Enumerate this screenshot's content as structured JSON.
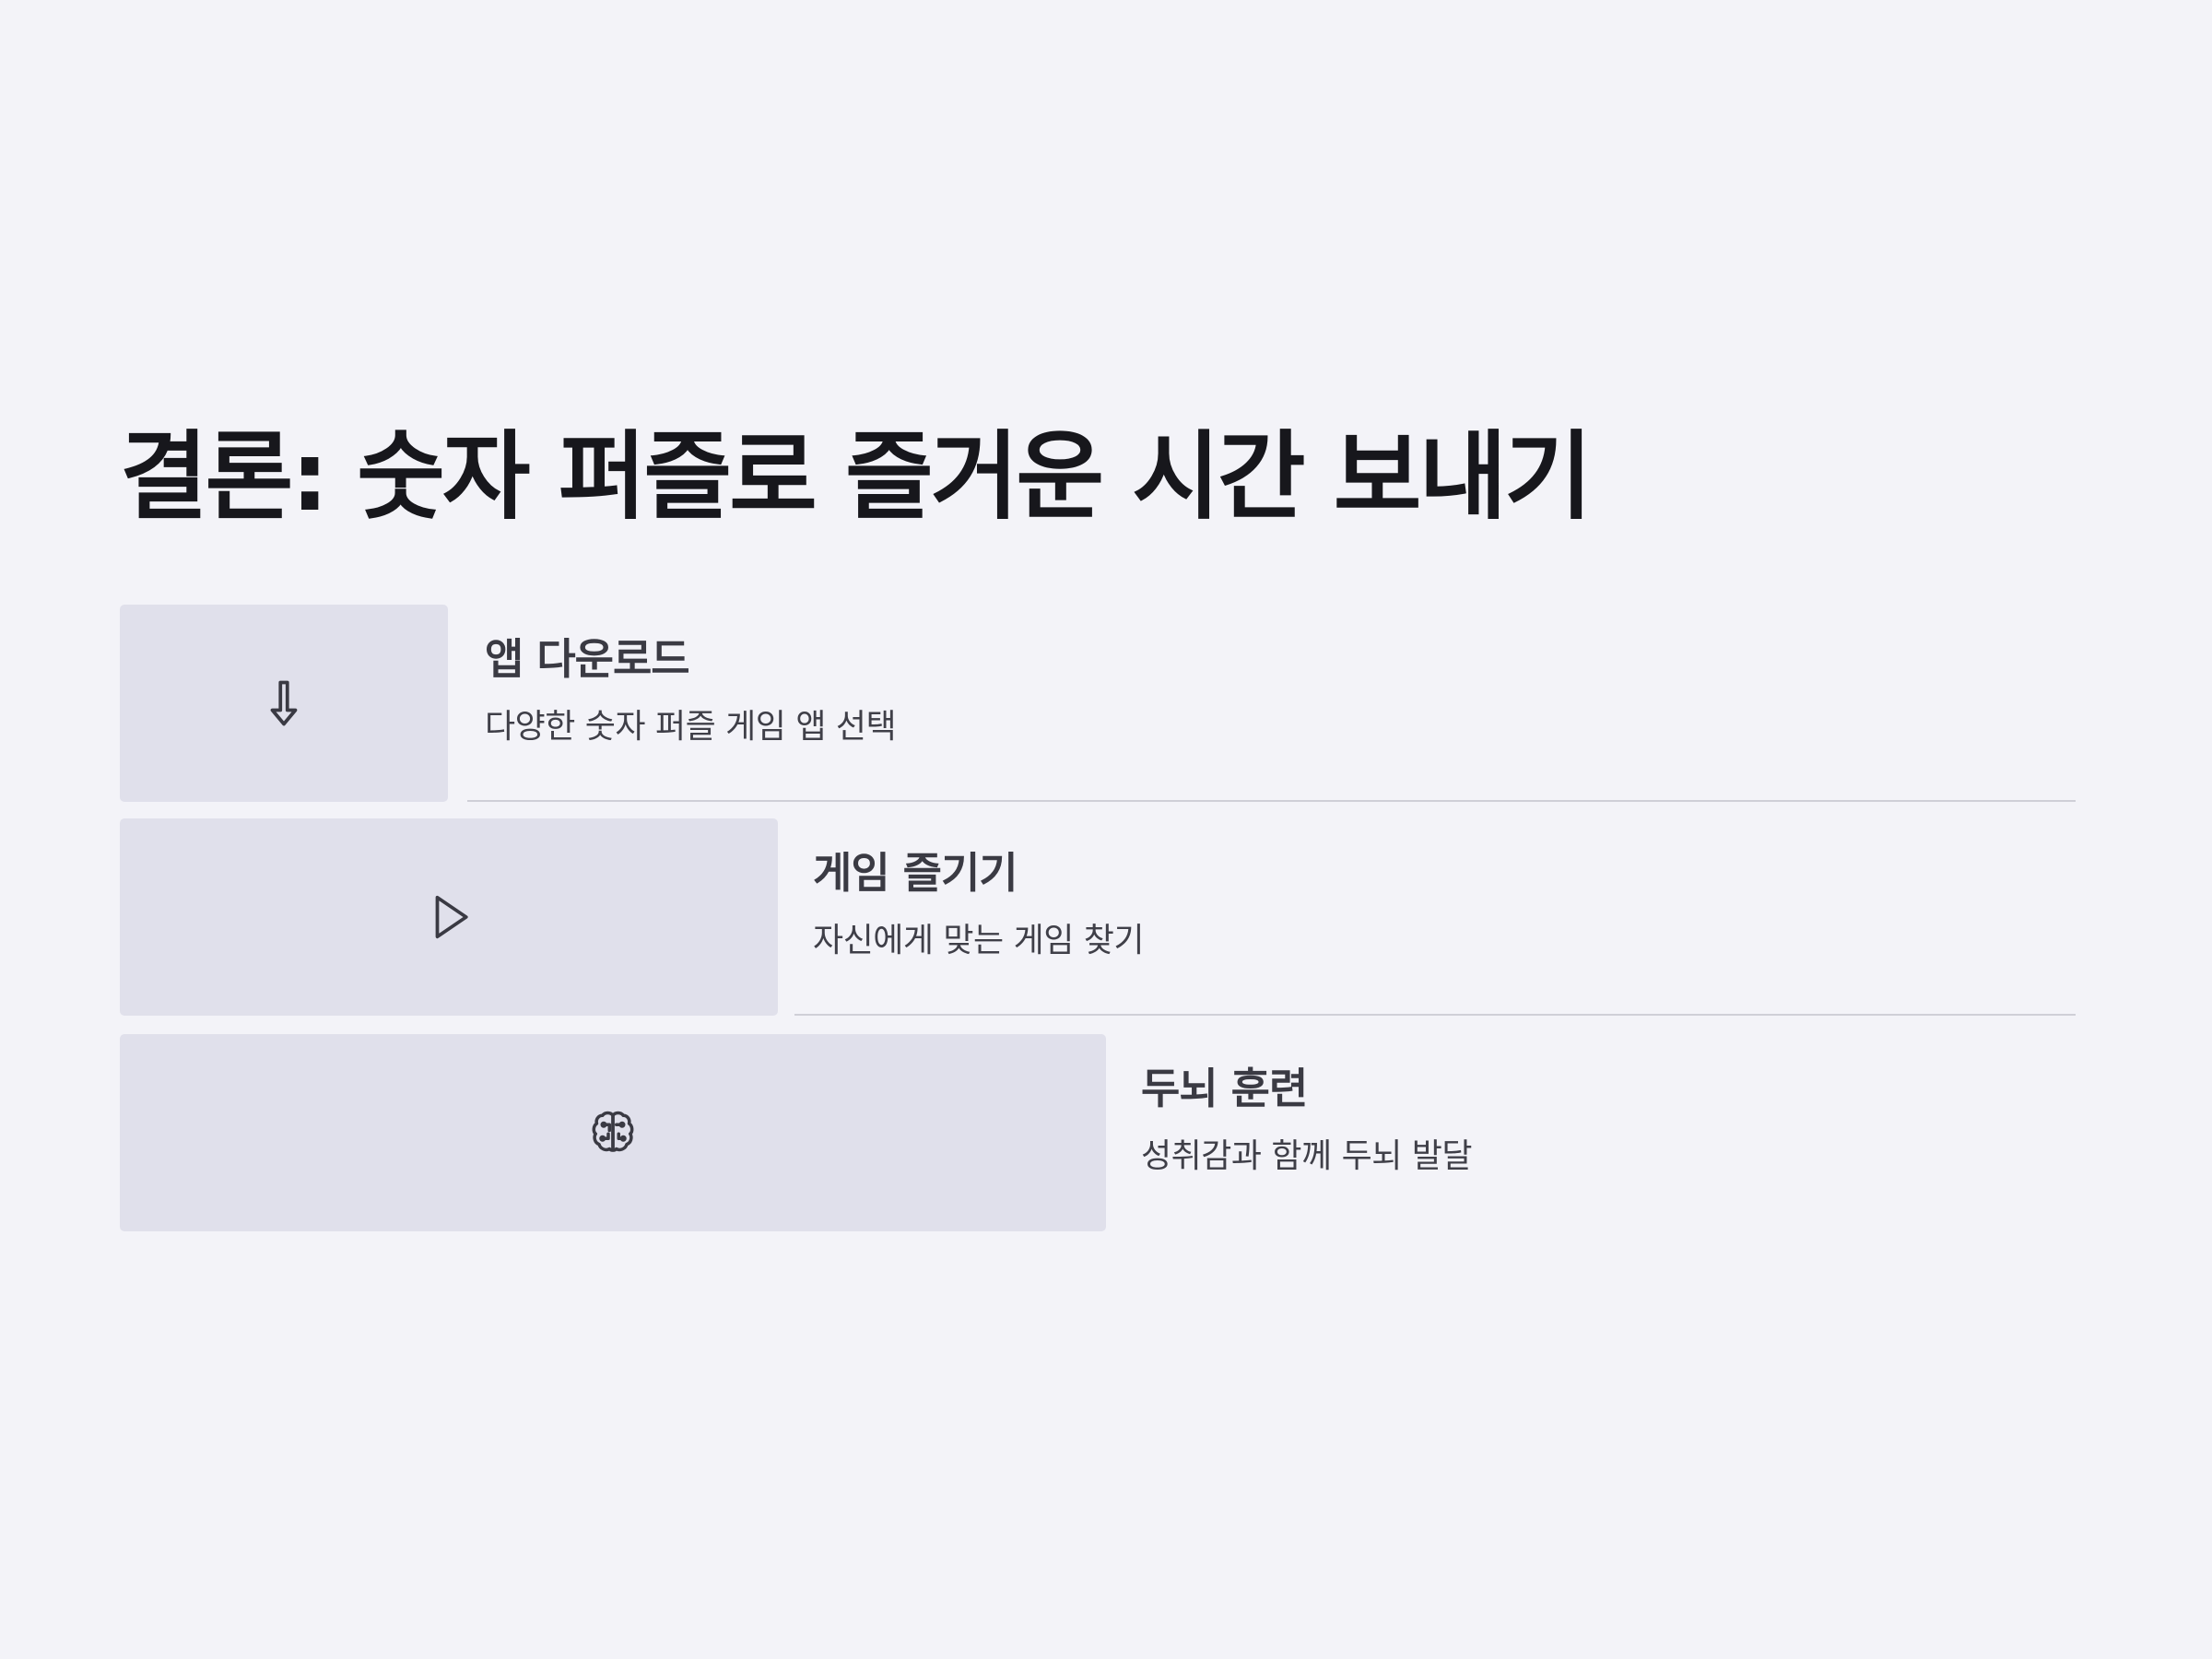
{
  "title": "결론: 숫자 퍼즐로 즐거운 시간 보내기",
  "steps": [
    {
      "icon": "arrow-down-icon",
      "title": "앱 다운로드",
      "description": "다양한 숫자 퍼즐 게임 앱 선택"
    },
    {
      "icon": "play-icon",
      "title": "게임 즐기기",
      "description": "자신에게 맞는 게임 찾기"
    },
    {
      "icon": "brain-icon",
      "title": "두뇌 훈련",
      "description": "성취감과 함께 두뇌 발달"
    }
  ],
  "colors": {
    "background": "#f3f3f8",
    "icon_block": "#e0e0eb",
    "title_text": "#17171c",
    "body_text": "#3a3a43",
    "divider": "#cfcfd7"
  }
}
